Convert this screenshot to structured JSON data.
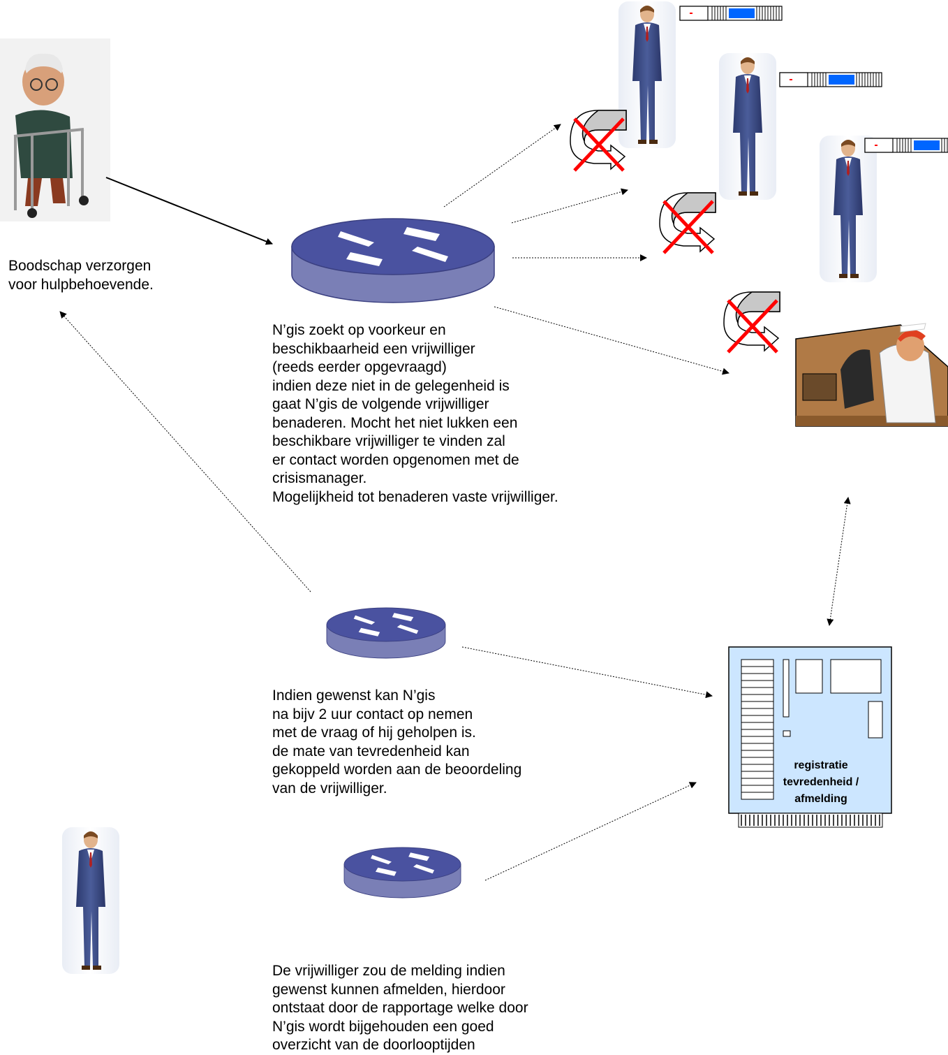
{
  "elder_text": "Boodschap verzorgen\nvoor hulpbehoevende.",
  "router_text": "N’gis zoekt op voorkeur en\nbeschikbaarheid een vrijwilliger\n(reeds eerder opgevraagd)\nindien deze niet in de gelegenheid is\ngaat N’gis de volgende vrijwilliger\nbenaderen. Mocht het niet lukken een\nbeschikbare vrijwilliger te vinden zal\ner contact worden opgenomen met de\ncrisismanager.\nMogelijkheid tot benaderen vaste vrijwilliger.",
  "followup_text": "Indien gewenst kan N’gis\nna bijv 2 uur contact op nemen\nmet de vraag of hij geholpen is.\nde mate van tevredenheid kan\ngekoppeld worden aan de beoordeling\nvan de vrijwilliger.",
  "checkout_text": "De vrijwilliger zou de melding indien\ngewenst kunnen afmelden, hierdoor\nontstaat door de rapportage welke door\nN’gis wordt bijgehouden een goed\noverzicht van de doorlooptijden",
  "board": {
    "label_1": "registratie",
    "label_2": "tevredenheid /",
    "label_3": "afmelding"
  },
  "colors": {
    "router_top": "#4a52a0",
    "router_side": "#7a7fb6",
    "reject_cross": "#ff0000",
    "board_fill": "#cce6ff",
    "status_bar": "#0066ff"
  },
  "icons": [
    "elderly-person-walker-icon",
    "router-icon",
    "volunteer-person-icon",
    "nurse-at-desk-icon",
    "retry-arrow-icon",
    "circuit-board-icon",
    "status-indicator-icon"
  ]
}
